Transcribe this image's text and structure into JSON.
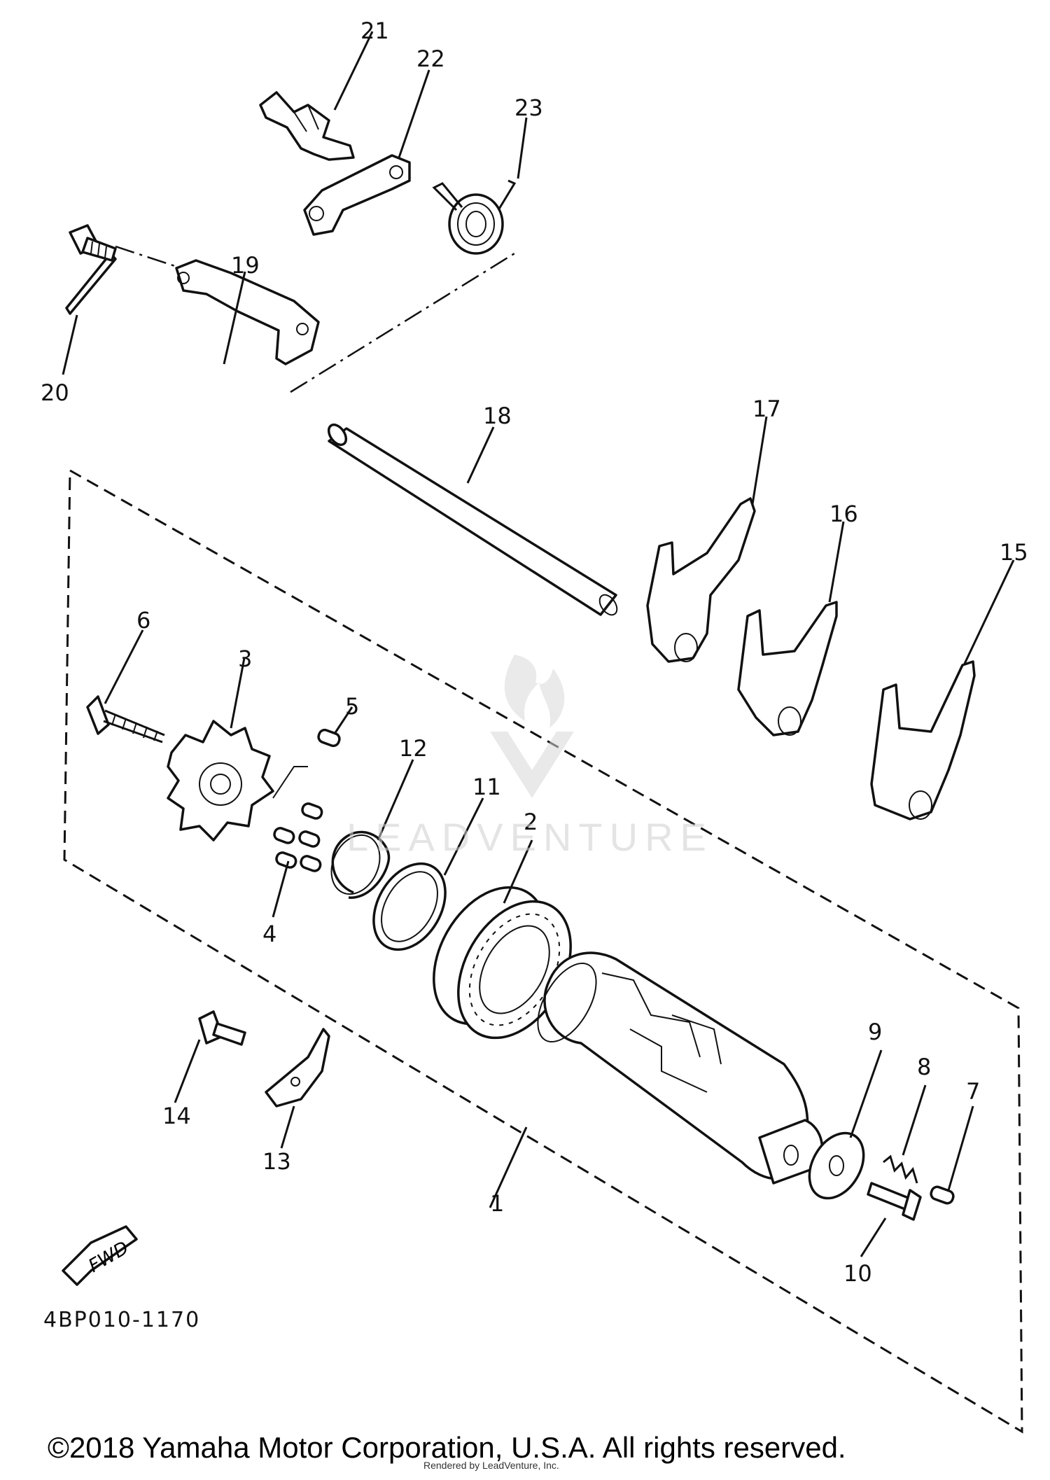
{
  "diagram": {
    "code": "4BP010-1170",
    "fwd_label": "FWD",
    "watermark": "LEADVENTURE",
    "copyright": "©2018 Yamaha Motor Corporation, U.S.A. All rights reserved.",
    "credit": "Rendered by LeadVenture, Inc.",
    "callouts": [
      "1",
      "2",
      "3",
      "4",
      "5",
      "6",
      "7",
      "8",
      "9",
      "10",
      "11",
      "12",
      "13",
      "14",
      "15",
      "16",
      "17",
      "18",
      "19",
      "20",
      "21",
      "22",
      "23"
    ]
  }
}
